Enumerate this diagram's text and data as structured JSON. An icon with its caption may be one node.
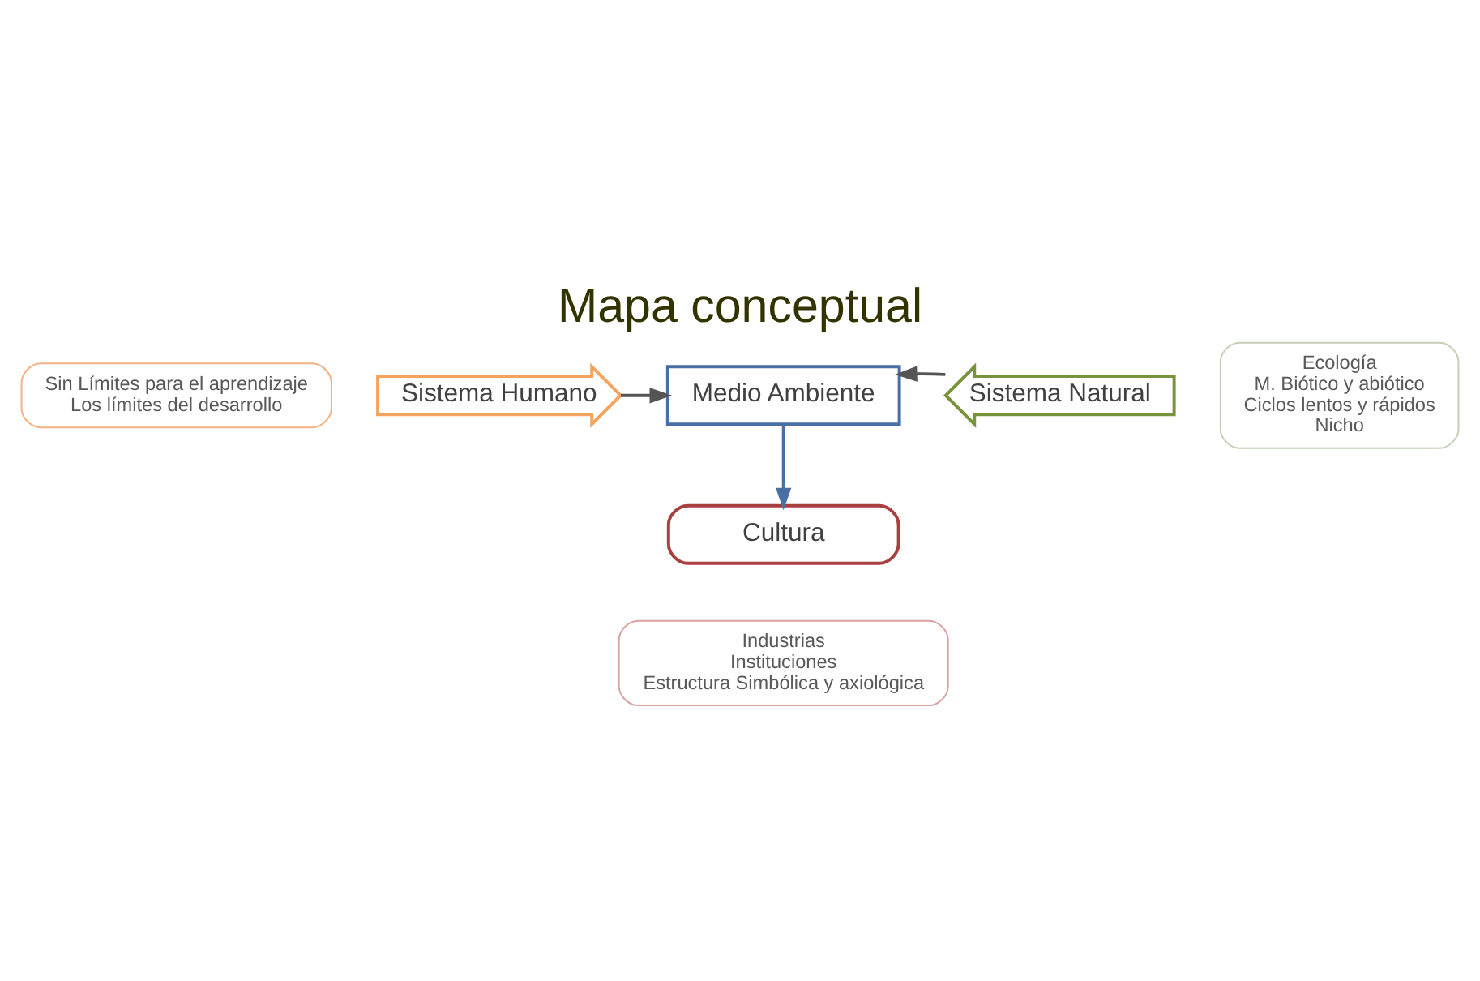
{
  "diagram": {
    "title": "Mapa conceptual",
    "nodes": [
      {
        "text": [
          "Sin Límites para el aprendizaje",
          "Los límites del desarrollo"
        ]
      },
      {
        "text": [
          "Sistema Humano"
        ]
      },
      {
        "text": [
          "Medio Ambiente"
        ]
      },
      {
        "text": [
          "Sistema Natural"
        ]
      },
      {
        "text": [
          "Ecología",
          "M. Biótico y abiótico",
          "Ciclos lentos y rápidos",
          "Nicho"
        ]
      },
      {
        "text": [
          "Cultura"
        ]
      },
      {
        "text": [
          "Industrias",
          "Instituciones",
          "Estructura Simbólica y axiológica"
        ]
      }
    ],
    "edges": [
      {
        "from": 1,
        "to": 2,
        "arrow": "to"
      },
      {
        "from": 3,
        "to": 2,
        "arrow": "to"
      },
      {
        "from": 2,
        "to": 5,
        "arrow": "to"
      }
    ]
  }
}
